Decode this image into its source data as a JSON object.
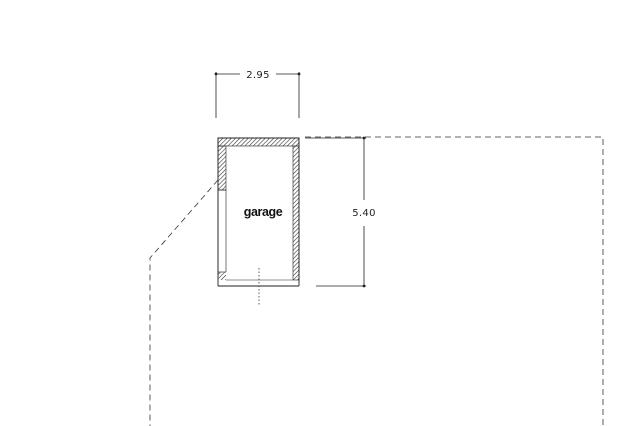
{
  "plan": {
    "room_label": "garage",
    "width_dimension": "2.95",
    "depth_dimension": "5.40"
  },
  "colors": {
    "line": "#222222",
    "background": "#ffffff"
  }
}
